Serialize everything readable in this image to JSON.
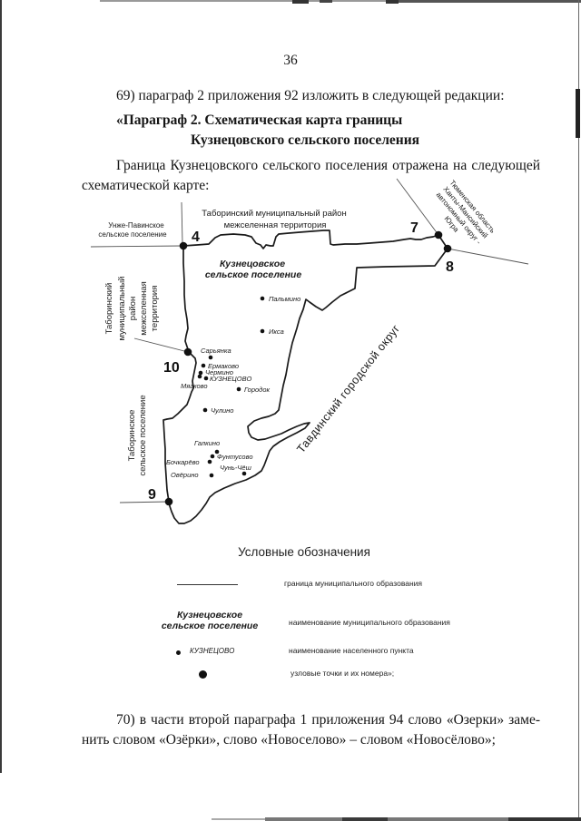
{
  "page": {
    "number": "36",
    "para69": "69) параграф 2 приложения 92 изложить в следующей редакции:",
    "heading_line1": "«Параграф 2. Схематическая карта границы",
    "heading_line2": "Кузнецовского сельского поселения",
    "intro_line1": "Граница Кузнецовского сельского поселения отражена на следующей",
    "intro_line2": "схематической карте:",
    "para70_line1": "70) в части второй параграфа 1 приложения 94 слово «Озерки» заме-",
    "para70_line2": "нить словом «Озёрки», слово «Новоселово» – словом «Новосёлово»;"
  },
  "map": {
    "region_top": {
      "line1": "Таборинский муниципальный район",
      "line2": "межселенная территория"
    },
    "unzhe": {
      "line1": "Унже-Павинское",
      "line2": "сельское поселение"
    },
    "left_block": [
      "Таборинский",
      "муниципальный",
      "район",
      "межселенная",
      "территория"
    ],
    "settlement_name": {
      "line1": "Кузнецовское",
      "line2": "сельское поселение"
    },
    "tyumen": {
      "line1": "Тюменская область",
      "line2": "Ханты-Мансийский",
      "line3": "автономный округ -",
      "line4": "Югра"
    },
    "tavda": "Тавдинский городской округ",
    "taborinskoe": {
      "line1": "Таборинское",
      "line2": "сельское поселение"
    },
    "node_labels": [
      "4",
      "7",
      "8",
      "10",
      "9"
    ],
    "settlements": [
      "Пальмино",
      "Икса",
      "Сарьянка",
      "Ермаково",
      "Чермино",
      "КУЗНЕЦОВО",
      "Мягково",
      "Городок",
      "Чулино",
      "Галкино",
      "Фунтусово",
      "Бочкарёво",
      "Чунь-Чёш",
      "Овёрино"
    ]
  },
  "legend": {
    "title": "Условные обозначения",
    "row1_label": "граница муниципального образования",
    "row2_symbol_line1": "Кузнецовское",
    "row2_symbol_line2": "сельское поселение",
    "row2_label": "наименование муниципального образования",
    "row3_symbol": "КУЗНЕЦОВО",
    "row3_label": "наименование населенного пункта",
    "row4_label": "узловые точки и их номера»;"
  }
}
